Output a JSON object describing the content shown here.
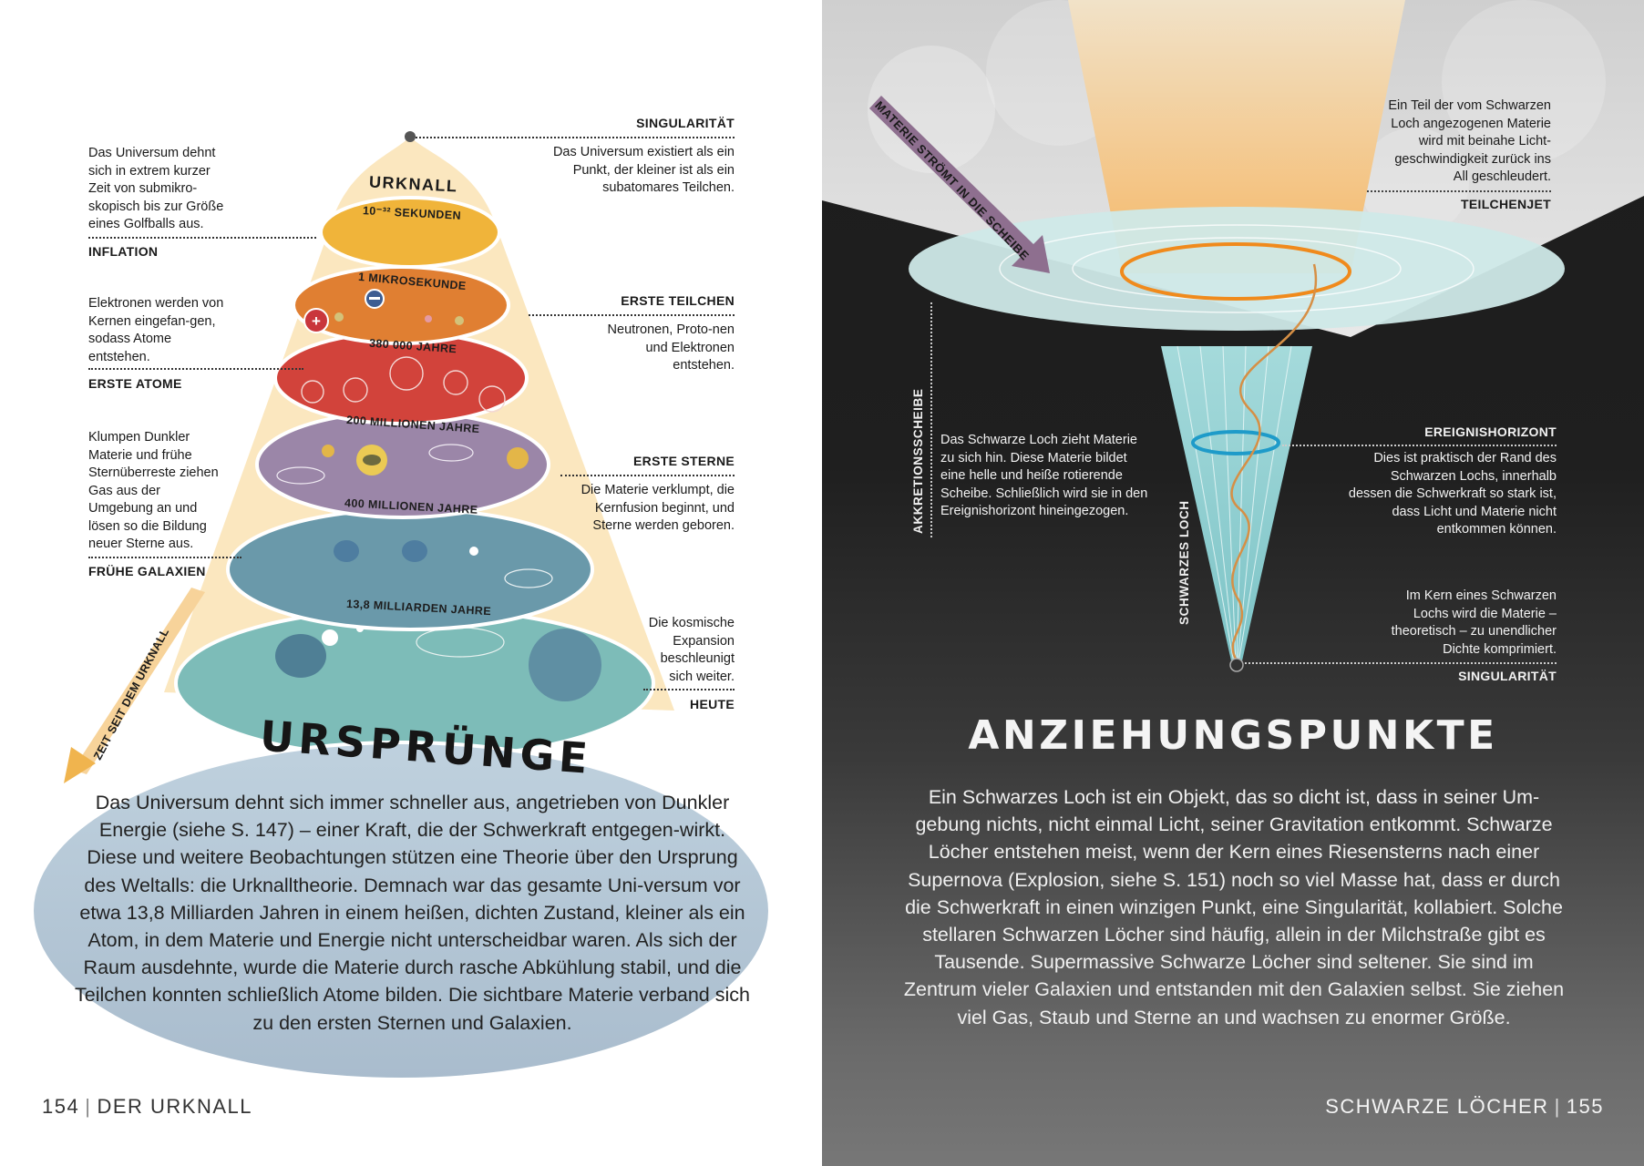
{
  "left_page": {
    "page_number": "154",
    "section": "DER URKNALL",
    "title": "URSPRÜNGE",
    "diagram": {
      "top_label": "URKNALL",
      "time_arrow_label": "ZEIT SEIT DEM URKNALL",
      "eras": [
        {
          "label": "10⁻³² SEKUNDEN",
          "color": "#f0b43a"
        },
        {
          "label": "1 MIKROSEKUNDE",
          "color": "#e07f32"
        },
        {
          "label": "380 000 JAHRE",
          "color": "#d2433b"
        },
        {
          "label": "200 MILLIONEN JAHRE",
          "color": "#9b86a8"
        },
        {
          "label": "400 MILLIONEN JAHRE",
          "color": "#6a99aa"
        },
        {
          "label": "13,8 MILLIARDEN JAHRE",
          "color": "#7dbcb8"
        }
      ],
      "cone_color": "#fbe7bf"
    },
    "annotations_left": [
      {
        "text": "Das Universum dehnt sich in extrem kurzer Zeit von submikro-skopisch bis zur Größe eines Golfballs aus.",
        "label": "INFLATION"
      },
      {
        "text": "Elektronen werden von Kernen eingefan-gen, sodass Atome entstehen.",
        "label": "ERSTE ATOME"
      },
      {
        "text": "Klumpen Dunkler Materie und frühe Sternüberreste ziehen Gas aus der Umgebung an und lösen so die Bildung neuer Sterne aus.",
        "label": "FRÜHE GALAXIEN"
      }
    ],
    "annotations_right": [
      {
        "label": "SINGULARITÄT",
        "text": "Das Universum existiert als ein Punkt, der kleiner ist als ein subatomares Teilchen."
      },
      {
        "label": "ERSTE TEILCHEN",
        "text": "Neutronen, Proto-nen und Elektronen entstehen."
      },
      {
        "label": "ERSTE STERNE",
        "text": "Die Materie verklumpt, die Kernfusion beginnt, und Sterne werden geboren."
      },
      {
        "label": "HEUTE",
        "text": "Die kosmische Expansion beschleunigt sich weiter."
      }
    ],
    "body": "Das Universum dehnt sich immer schneller aus, angetrieben von Dunkler Energie (siehe S. 147) – einer Kraft, die der Schwerkraft entgegen-wirkt. Diese und weitere Beobachtungen stützen eine Theorie über den Ursprung des Weltalls: die Urknalltheorie. Demnach war das gesamte Uni-versum vor etwa 13,8 Milliarden Jahren in einem heißen, dichten Zustand, kleiner als ein Atom, in dem Materie und Energie nicht unterscheidbar waren. Als sich der Raum ausdehnte, wurde die Materie durch rasche Abkühlung stabil, und die Teilchen konnten schließlich Atome bilden. Die sichtbare Materie verband sich zu den ersten Sternen und Galaxien."
  },
  "right_page": {
    "page_number": "155",
    "section": "SCHWARZE LÖCHER",
    "title": "ANZIEHUNGSPUNKTE",
    "diagram": {
      "arrow_label": "MATERIE STRÖMT IN DIE SCHEIBE",
      "accretion_label": "AKKRETIONSSCHEIBE",
      "hole_label": "SCHWARZES LOCH",
      "disk_color": "#cfe9e8",
      "funnel_color": "#8fcfd0",
      "jet_color": "#f3c58b",
      "ring_color": "#f08a1c",
      "horizon_color": "#1e9bc9"
    },
    "annotations": [
      {
        "label": "TEILCHENJET",
        "text": "Ein Teil der vom Schwarzen Loch angezogenen Materie wird mit beinahe Licht-geschwindigkeit zurück ins All geschleudert."
      },
      {
        "label": "AKKRETIONSSCHEIBE",
        "text": "Das Schwarze Loch zieht Materie zu sich hin. Diese Materie bildet eine helle und heiße rotierende Scheibe. Schließlich wird sie in den Ereignishorizont hineingezogen."
      },
      {
        "label": "EREIGNISHORIZONT",
        "text": "Dies ist praktisch der Rand des Schwarzen Lochs, innerhalb dessen die Schwerkraft so stark ist, dass Licht und Materie nicht entkommen können."
      },
      {
        "label": "SINGULARITÄT",
        "text": "Im Kern eines Schwarzen Lochs wird die Materie – theoretisch – zu unendlicher Dichte komprimiert."
      }
    ],
    "body": "Ein Schwarzes Loch ist ein Objekt, das so dicht ist, dass in seiner Um-gebung nichts, nicht einmal Licht, seiner Gravitation entkommt. Schwarze Löcher entstehen meist, wenn der Kern eines Riesensterns nach einer Supernova (Explosion, siehe S. 151) noch so viel Masse hat, dass er durch die Schwerkraft in einen winzigen Punkt, eine Singularität, kollabiert. Solche stellaren Schwarzen Löcher sind häufig, allein in der Milchstraße gibt es Tausende. Supermassive Schwarze Löcher sind seltener. Sie sind im Zentrum vieler Galaxien und entstanden mit den Galaxien selbst. Sie ziehen viel Gas, Staub und Sterne an und wachsen zu enormer Größe."
  },
  "footer_separator": "|"
}
